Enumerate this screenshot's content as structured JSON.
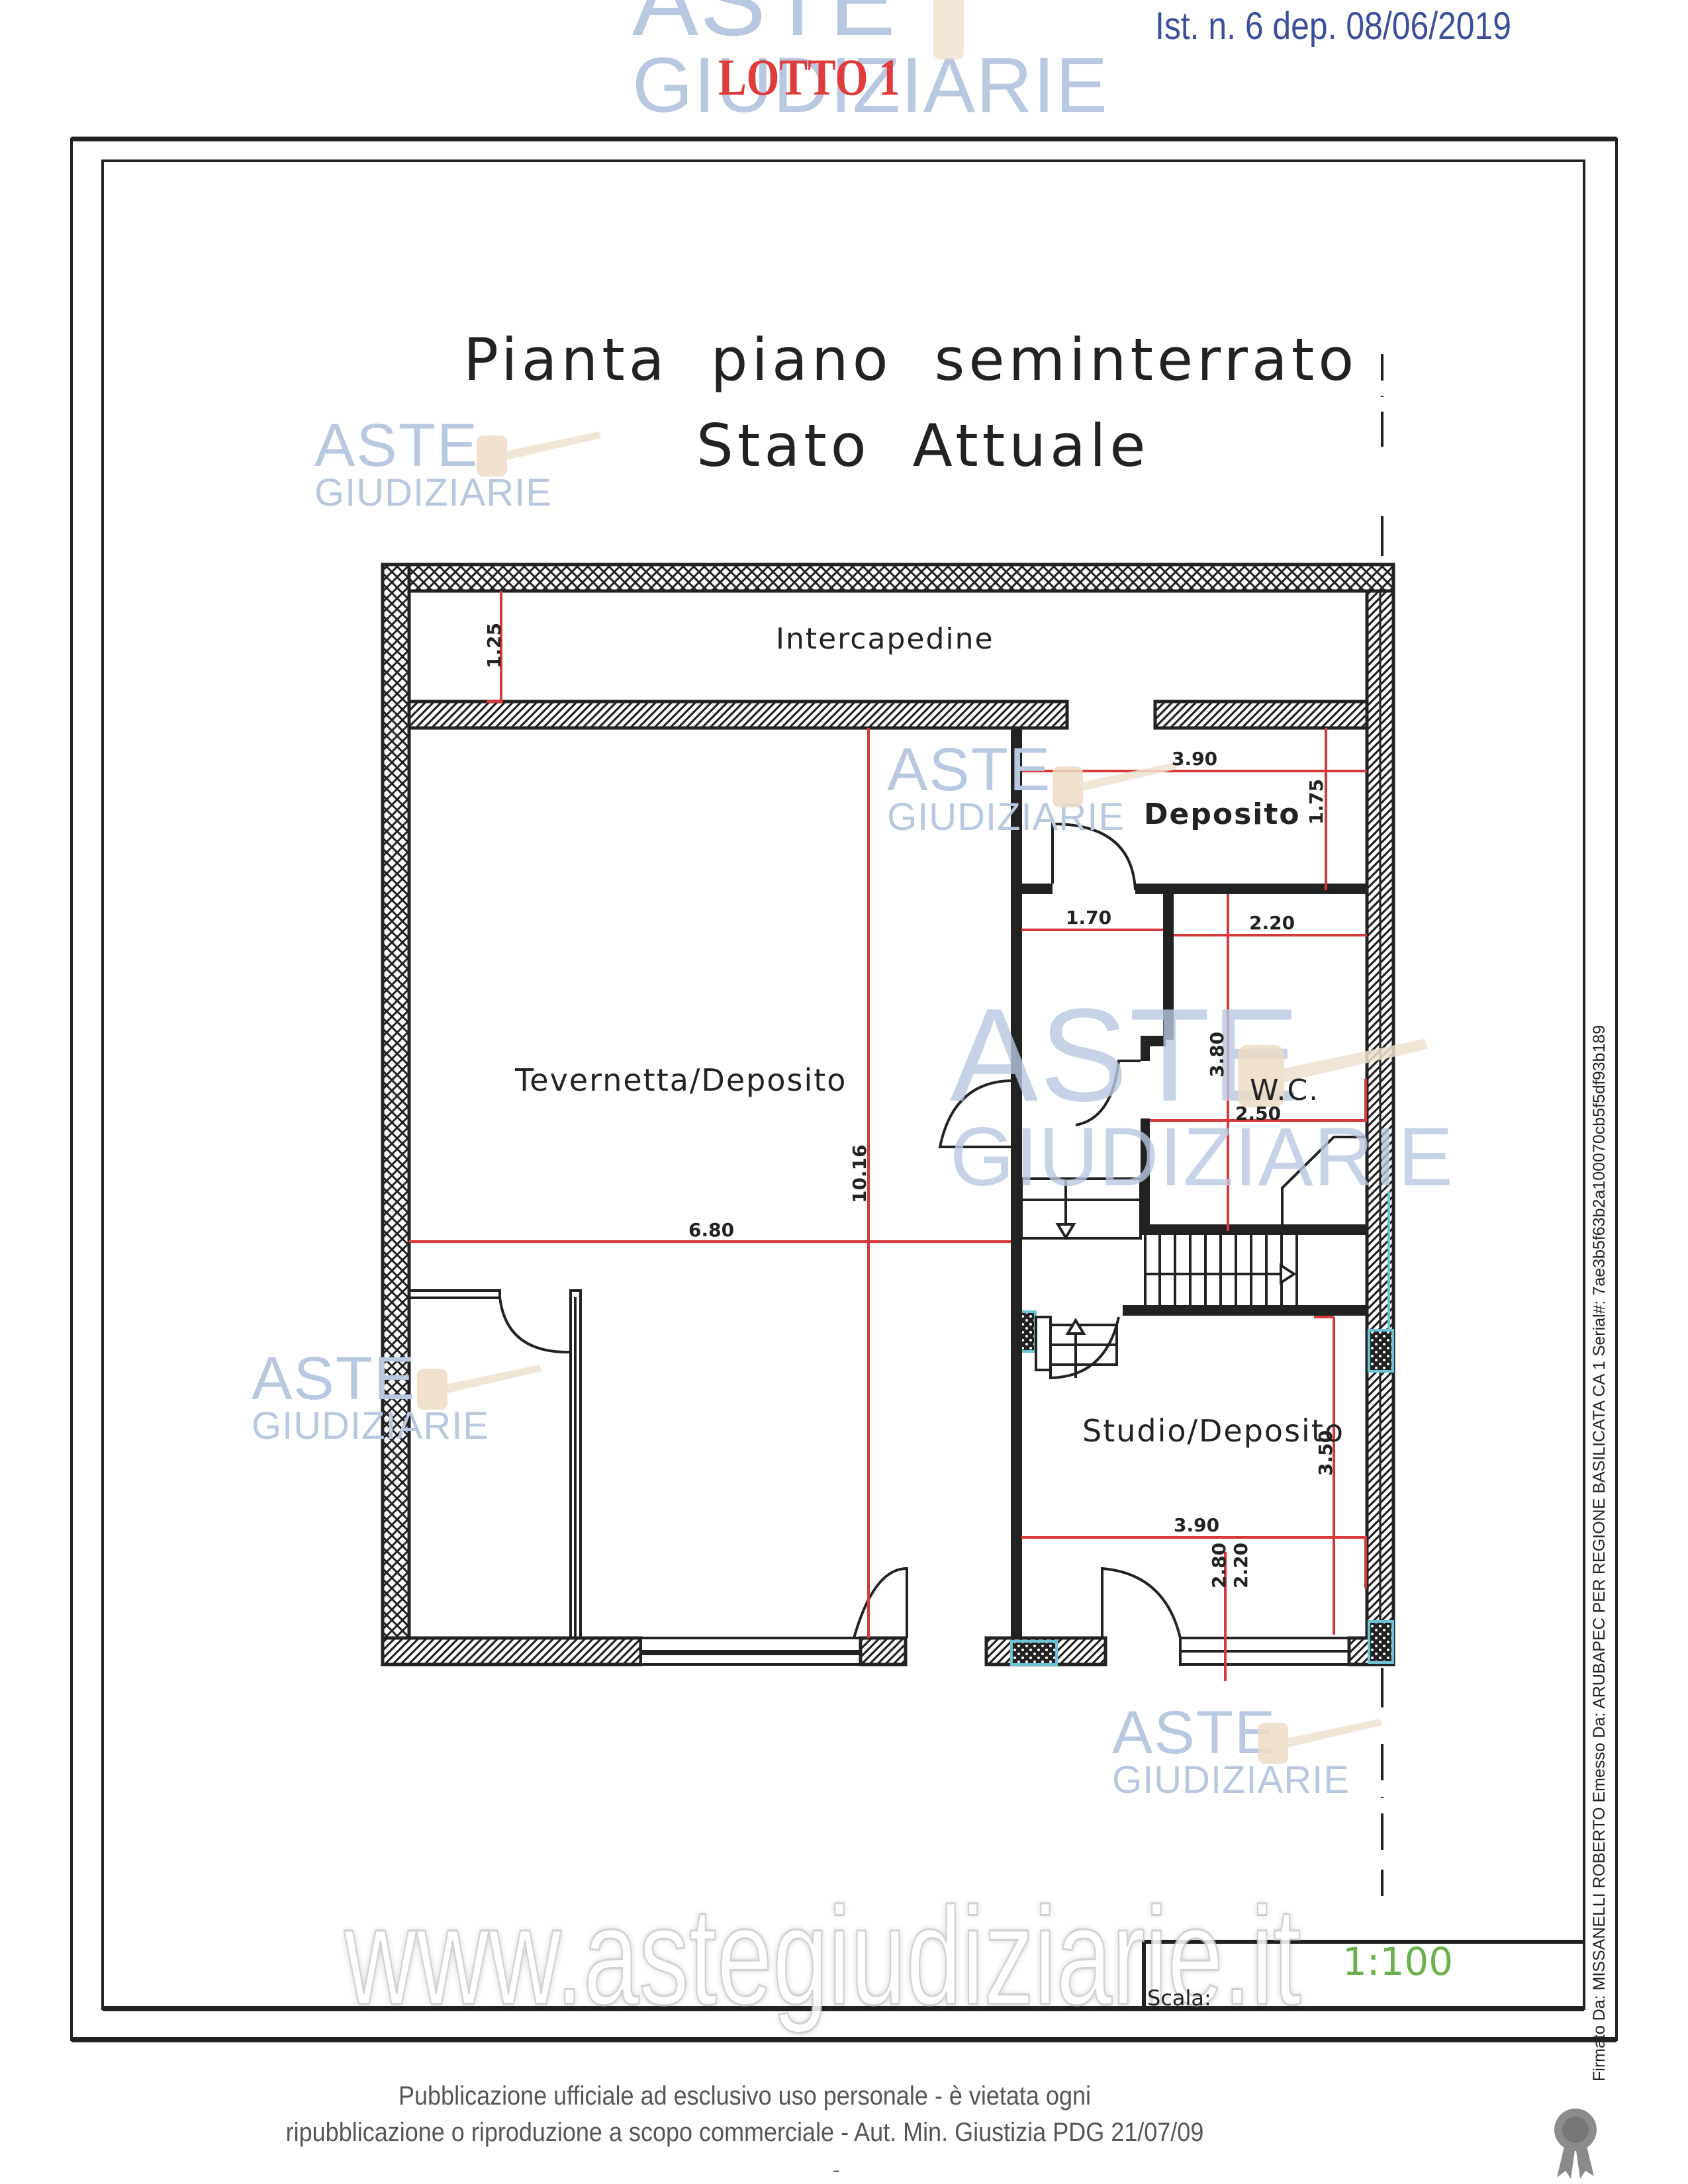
{
  "header": {
    "reference": "Ist. n. 6 dep. 08/06/2019",
    "lot": "LOTTO 1"
  },
  "drawing": {
    "title_line1": "Pianta  piano  seminterrato",
    "title_line2": "Stato  Attuale",
    "rooms": {
      "intercapedine": "Intercapedine",
      "deposito": "Deposito",
      "tavernetta": "Tevernetta/Deposito",
      "wc": "W.C.",
      "studio": "Studio/Deposito"
    },
    "dimensions": {
      "intercapedine_height": "1.25",
      "deposito_width": "3.90",
      "deposito_height": "1.75",
      "corridor_width": "1.70",
      "wc_width_top": "2.20",
      "wc_height": "3.80",
      "wc_width_bottom": "2.50",
      "tavernetta_width": "6.80",
      "tavernetta_height": "10.16",
      "studio_width": "3.90",
      "studio_height": "3.50",
      "window_height_a": "2.80",
      "window_height_b": "2.20"
    },
    "colors": {
      "dimension_lines": "#d9383a",
      "walls": "#222222",
      "cyan_markers": "#6cc3d5",
      "scale_value": "#6ab04c"
    }
  },
  "title_block": {
    "scale_label": "Scala:",
    "scale_value": "1:100"
  },
  "watermarks": {
    "logo_top": "ASTE",
    "logo_bottom": "GIUDIZIARIE",
    "site": "www.astegiudiziarie.it"
  },
  "signature": "Firmato Da: MISSANELLI ROBERTO Emesso Da: ARUBAPEC PER REGIONE BASILICATA CA 1 Serial#: 7ae3b5f63b2a100070cb5f5df93b189",
  "footer": {
    "line1": "Pubblicazione ufficiale ad esclusivo uso personale - è vietata ogni",
    "line2": "ripubblicazione o riproduzione a scopo commerciale - Aut. Min. Giustizia PDG 21/07/09",
    "dot": "-"
  }
}
